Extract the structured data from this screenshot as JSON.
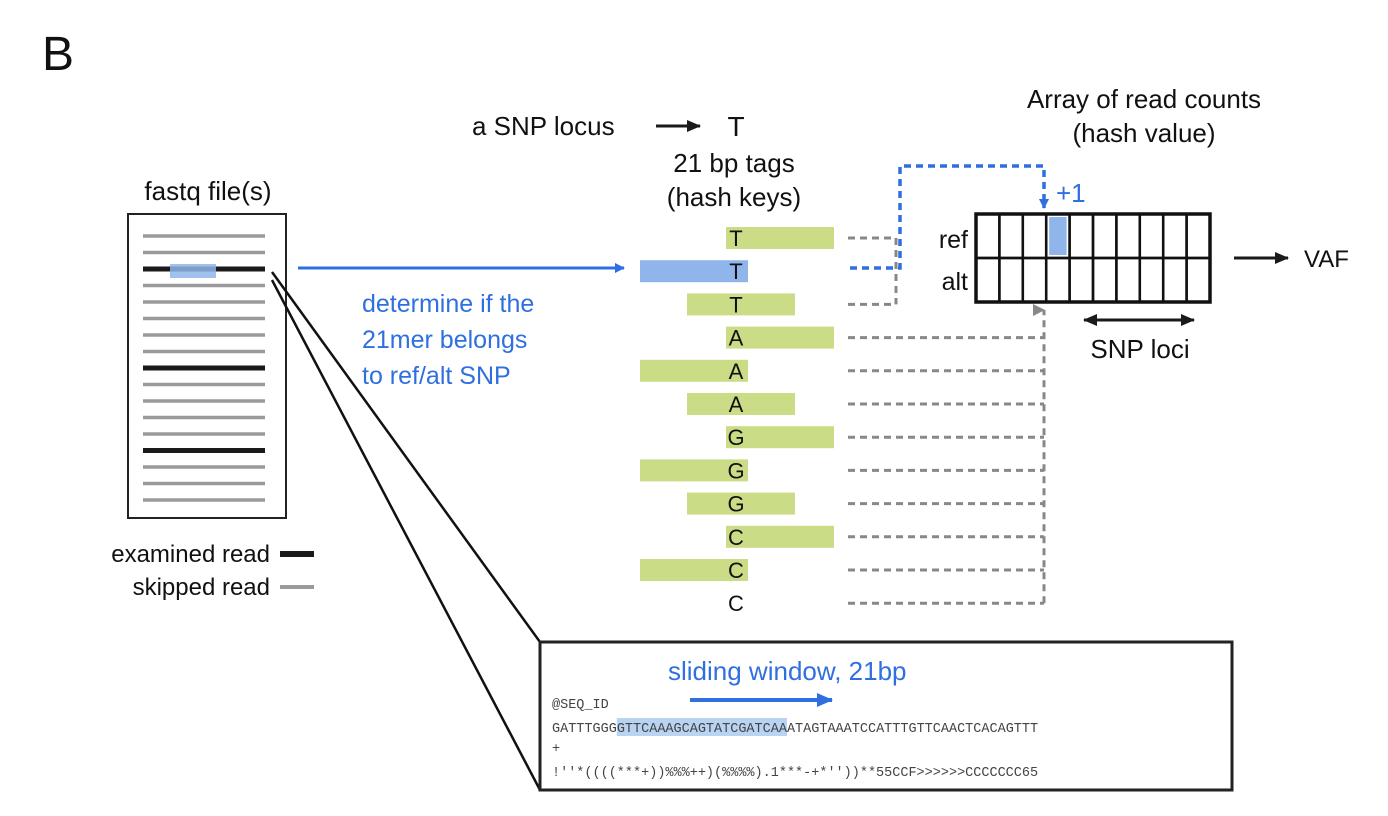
{
  "panel_label": "B",
  "fastq": {
    "title": "fastq file(s)",
    "reads": [
      "skipped",
      "skipped",
      "examined",
      "skipped",
      "skipped",
      "skipped",
      "skipped",
      "skipped",
      "examined",
      "skipped",
      "skipped",
      "skipped",
      "skipped",
      "examined",
      "skipped",
      "skipped",
      "skipped"
    ]
  },
  "legend": {
    "examined": "examined read",
    "skipped": "skipped read"
  },
  "step_label": {
    "line1": "determine if the",
    "line2": "21mer belongs",
    "line3": "to ref/alt SNP"
  },
  "snp": {
    "locus_label": "a SNP locus",
    "locus_base": "T",
    "tags_title_1": "21 bp tags",
    "tags_title_2": "(hash keys)",
    "tags": [
      {
        "base": "T",
        "bar": "right",
        "highlight": false
      },
      {
        "base": "T",
        "bar": "left",
        "highlight": true
      },
      {
        "base": "T",
        "bar": "center",
        "highlight": false
      },
      {
        "base": "A",
        "bar": "right",
        "highlight": false
      },
      {
        "base": "A",
        "bar": "left",
        "highlight": false
      },
      {
        "base": "A",
        "bar": "center",
        "highlight": false
      },
      {
        "base": "G",
        "bar": "right",
        "highlight": false
      },
      {
        "base": "G",
        "bar": "left",
        "highlight": false
      },
      {
        "base": "G",
        "bar": "center",
        "highlight": false
      },
      {
        "base": "C",
        "bar": "right",
        "highlight": false
      },
      {
        "base": "C",
        "bar": "left",
        "highlight": false
      },
      {
        "base": "C",
        "bar": "none",
        "highlight": false
      }
    ]
  },
  "array": {
    "title_1": "Array of read counts",
    "title_2": "(hash value)",
    "ref_label": "ref",
    "alt_label": "alt",
    "increment": "+1",
    "columns": 10,
    "highlight_row": "ref",
    "highlight_col": 4,
    "loci_label": "SNP loci",
    "output": "VAF"
  },
  "read": {
    "window_label": "sliding window, 21bp",
    "id_line": "@SEQ_ID",
    "seq_prefix": "GATTTGGG",
    "seq_window": "GTTCAAAGCAGTATCGATCAA",
    "seq_suffix": "ATAGTAAATCCATTTGTTCAACTCACAGTTT",
    "plus_line": "+",
    "quality_line": "!''*((((***+))%%%++)(%%%%).1***-+*''))**55CCF>>>>>>CCCCCCC65"
  },
  "colors": {
    "blue": "#2f6fe0",
    "blue_fill": "#8fb5ea",
    "blue_window": "#b9d3f2",
    "green_fill": "#cbdc86",
    "dark": "#1a1a1a",
    "gray_line": "#9a9a9a",
    "dotted_gray": "#888888"
  }
}
